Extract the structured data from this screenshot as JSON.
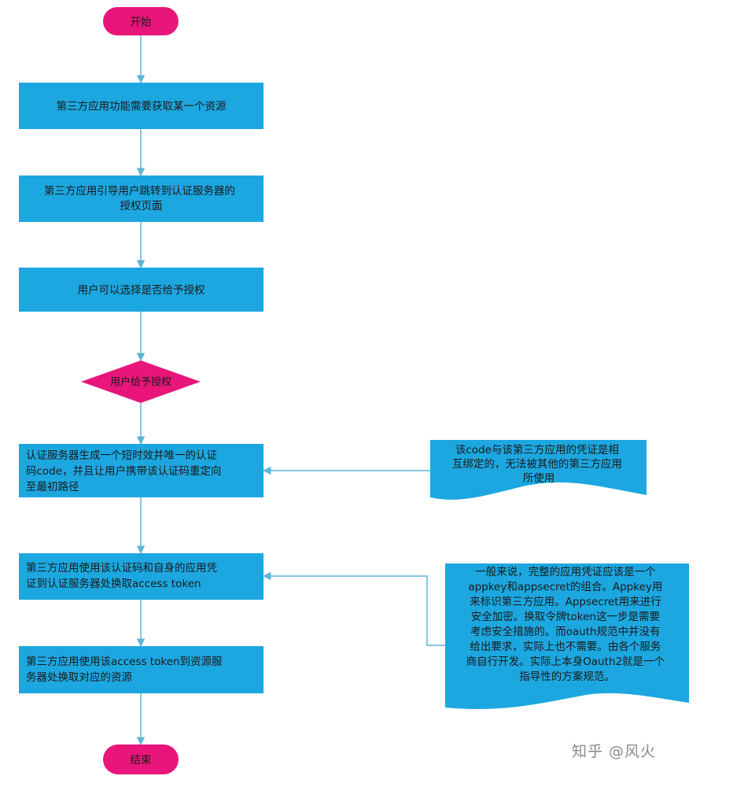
{
  "colors": {
    "process": "#1da7e0",
    "terminal": "#e8167a",
    "decision": "#e8167a",
    "note": "#1da7e0",
    "arrow": "#5fb4d6",
    "text": "#1a1a1a"
  },
  "flow": {
    "start": "开始",
    "step1": "第三方应用功能需要获取某一个资源",
    "step2": [
      "第三方应用引导用户跳转到认证服务器的",
      "授权页面"
    ],
    "step3": "用户可以选择是否给予授权",
    "decision": "用户给予授权",
    "step4": [
      "认证服务器生成一个短时效并唯一的认证",
      "码code，并且让用户携带该认证码重定向",
      "至最初路径"
    ],
    "step5": [
      "第三方应用使用该认证码和自身的应用凭",
      "证到认证服务器处换取access token"
    ],
    "step6": [
      "第三方应用使用该access token到资源服",
      "务器处换取对应的资源"
    ],
    "end": "结束"
  },
  "notes": {
    "note1": [
      "该code与该第三方应用的凭证是相",
      "互绑定的，无法被其他的第三方应用",
      "所使用"
    ],
    "note2": [
      "一般来说，完整的应用凭证应该是一个",
      "appkey和appsecret的组合。Appkey用",
      "来标识第三方应用。Appsecret用来进行",
      "安全加密。换取令牌token这一步是需要",
      "考虑安全措施的。而oauth规范中并没有",
      "给出要求，实际上也不需要。由各个服务",
      "商自行开发。实际上本身Oauth2就是一个",
      "指导性的方案规范。"
    ]
  },
  "watermark": "知乎 @风火"
}
